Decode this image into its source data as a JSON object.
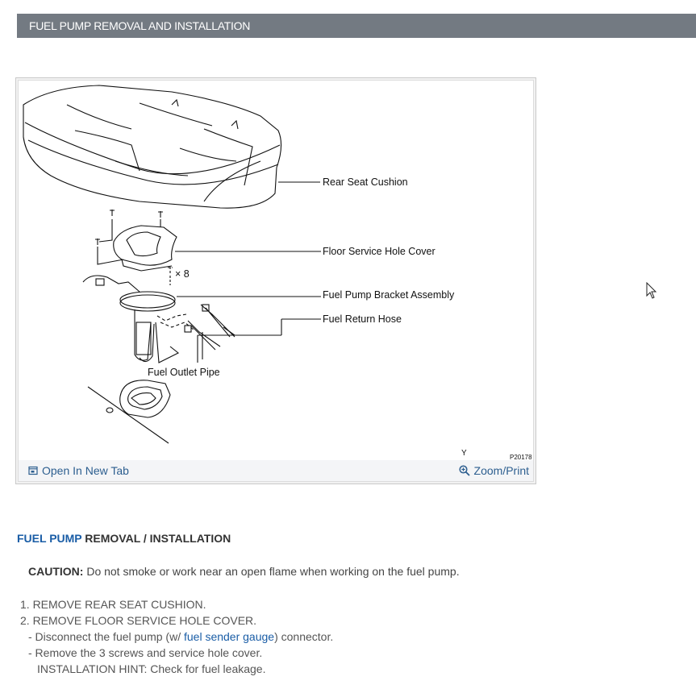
{
  "header": {
    "title": "FUEL PUMP REMOVAL AND INSTALLATION"
  },
  "figure": {
    "labels": {
      "rear_seat_cushion": "Rear Seat Cushion",
      "floor_service_hole_cover": "Floor Service Hole Cover",
      "screw_count": "× 8",
      "fuel_pump_bracket_assembly": "Fuel Pump Bracket Assembly",
      "fuel_return_hose": "Fuel Return Hose",
      "fuel_outlet_pipe": "Fuel Outlet Pipe",
      "orientation_mark": "Y",
      "figure_code": "P20178"
    },
    "toolbar": {
      "open_new_tab": "Open In New Tab",
      "open_new_tab_icon": "open-in-new-tab-icon",
      "zoom_print": "Zoom/Print",
      "zoom_print_icon": "zoom-in-icon"
    }
  },
  "section": {
    "title_link": "FUEL PUMP",
    "title_rest": " REMOVAL / INSTALLATION",
    "caution_label": "CAUTION:",
    "caution_text": " Do not smoke or work near an open flame when working on the fuel pump.",
    "steps": {
      "step1": "1. REMOVE REAR SEAT CUSHION.",
      "step2": "2. REMOVE FLOOR SERVICE HOLE COVER.",
      "sub1_prefix": "-  Disconnect the fuel pump (w/ ",
      "sub1_link": "fuel sender gauge",
      "sub1_suffix": ") connector.",
      "sub2": "-  Remove the 3 screws and service hole cover.",
      "hint": "INSTALLATION HINT: Check for fuel leakage."
    }
  },
  "colors": {
    "header_bg": "#737a82",
    "link": "#1a5da6",
    "toolbar_link": "#2c5e8f"
  }
}
